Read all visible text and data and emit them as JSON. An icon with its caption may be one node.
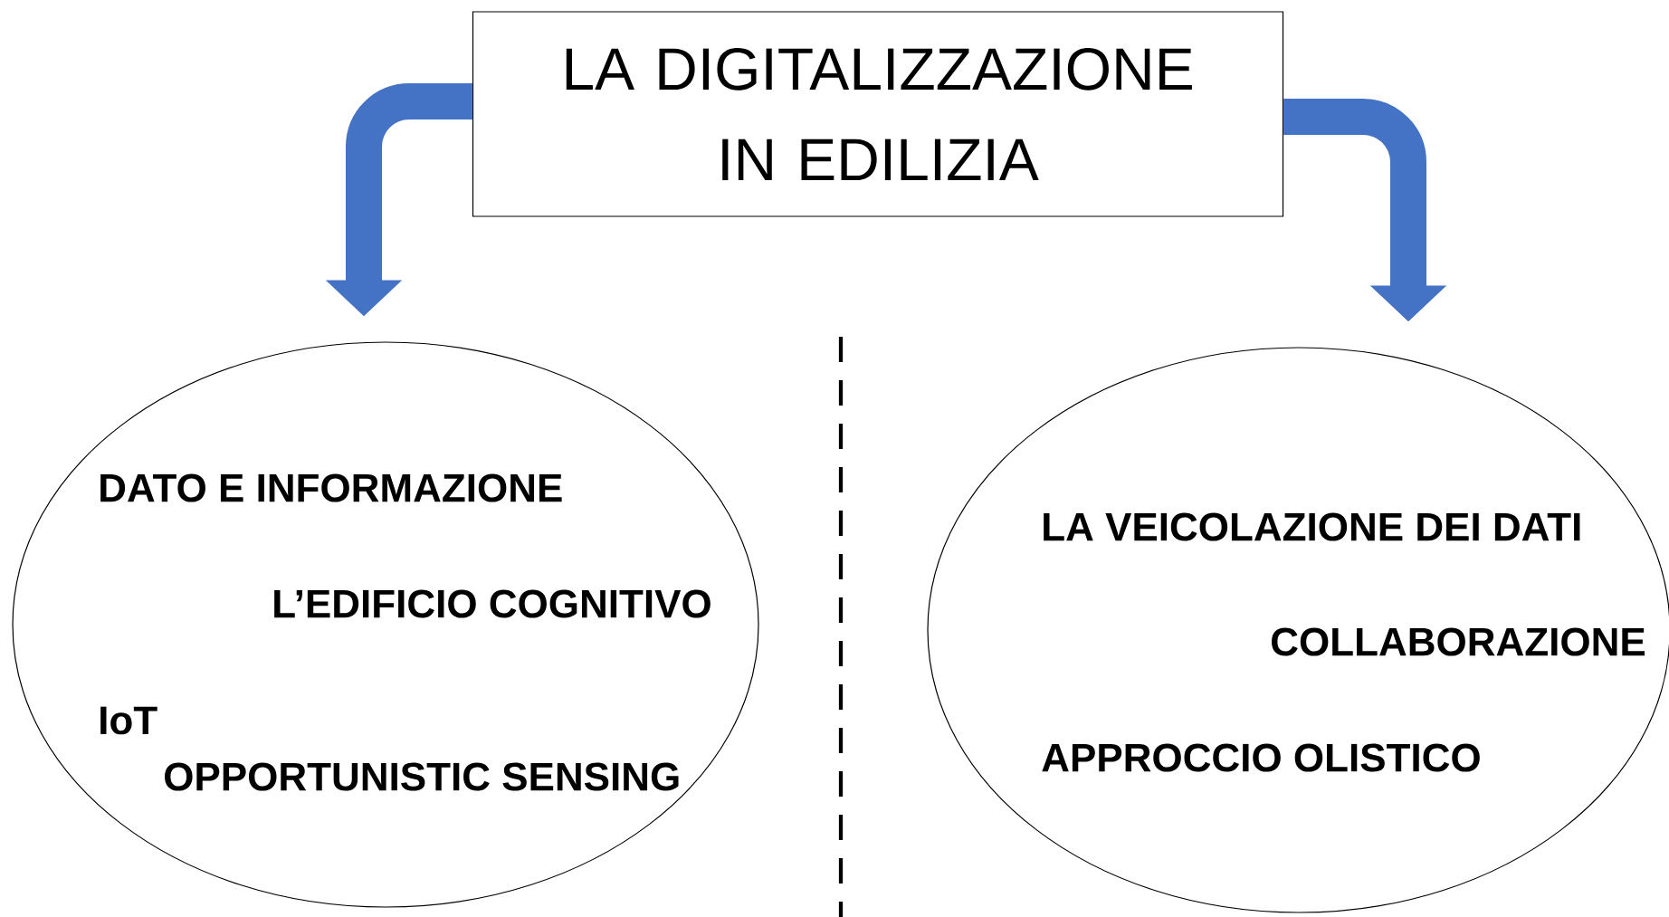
{
  "diagram": {
    "nodes": [
      {
        "text": [
          "LA DIGITALIZZAZIONE IN EDILIZIA"
        ]
      },
      {
        "text": [
          "DATO E INFORMAZIONE",
          "L’EDIFICIO COGNITIVO",
          "IoT",
          "OPPORTUNISTIC SENSING"
        ]
      },
      {
        "text": [
          "LA VEICOLAZIONE DEI DATI",
          "COLLABORAZIONE",
          "APPROCCIO OLISTICO"
        ]
      }
    ],
    "edges": [
      {
        "from": 0,
        "to": 1,
        "arrow": "to"
      },
      {
        "from": 0,
        "to": 2,
        "arrow": "to"
      }
    ]
  }
}
